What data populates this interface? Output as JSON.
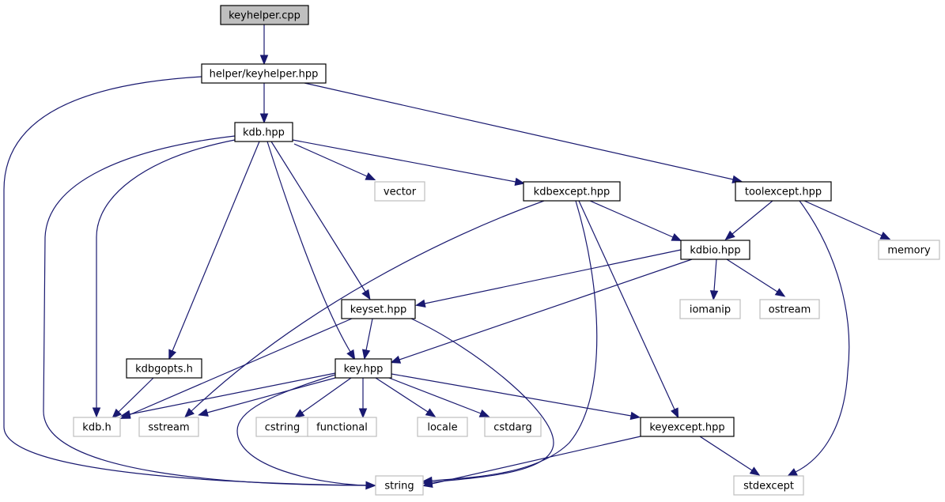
{
  "title": "Include dependency graph for keyhelper.cpp",
  "colors": {
    "edge": "#191970",
    "root_fill": "#bfbfbf",
    "documented_border": "#000000",
    "external_border": "#bfbfbf",
    "node_fill": "#ffffff"
  },
  "nodes": [
    {
      "id": "keyhelper_cpp",
      "label": "keyhelper.cpp",
      "kind": "root"
    },
    {
      "id": "helper_keyhelper_hpp",
      "label": "helper/keyhelper.hpp",
      "kind": "documented"
    },
    {
      "id": "kdb_hpp",
      "label": "kdb.hpp",
      "kind": "documented"
    },
    {
      "id": "vector",
      "label": "vector",
      "kind": "external"
    },
    {
      "id": "kdbexcept_hpp",
      "label": "kdbexcept.hpp",
      "kind": "documented"
    },
    {
      "id": "toolexcept_hpp",
      "label": "toolexcept.hpp",
      "kind": "documented"
    },
    {
      "id": "kdbio_hpp",
      "label": "kdbio.hpp",
      "kind": "documented"
    },
    {
      "id": "memory",
      "label": "memory",
      "kind": "external"
    },
    {
      "id": "keyset_hpp",
      "label": "keyset.hpp",
      "kind": "documented"
    },
    {
      "id": "iomanip",
      "label": "iomanip",
      "kind": "external"
    },
    {
      "id": "ostream",
      "label": "ostream",
      "kind": "external"
    },
    {
      "id": "kdbgopts_h",
      "label": "kdbgopts.h",
      "kind": "documented"
    },
    {
      "id": "key_hpp",
      "label": "key.hpp",
      "kind": "documented"
    },
    {
      "id": "kdb_h",
      "label": "kdb.h",
      "kind": "external"
    },
    {
      "id": "sstream",
      "label": "sstream",
      "kind": "external"
    },
    {
      "id": "cstring",
      "label": "cstring",
      "kind": "external"
    },
    {
      "id": "functional",
      "label": "functional",
      "kind": "external"
    },
    {
      "id": "locale",
      "label": "locale",
      "kind": "external"
    },
    {
      "id": "cstdarg",
      "label": "cstdarg",
      "kind": "external"
    },
    {
      "id": "keyexcept_hpp",
      "label": "keyexcept.hpp",
      "kind": "documented"
    },
    {
      "id": "string",
      "label": "string",
      "kind": "external"
    },
    {
      "id": "stdexcept",
      "label": "stdexcept",
      "kind": "external"
    }
  ],
  "edges": [
    {
      "from": "keyhelper_cpp",
      "to": "helper_keyhelper_hpp"
    },
    {
      "from": "helper_keyhelper_hpp",
      "to": "kdb_hpp"
    },
    {
      "from": "helper_keyhelper_hpp",
      "to": "string"
    },
    {
      "from": "helper_keyhelper_hpp",
      "to": "toolexcept_hpp"
    },
    {
      "from": "kdb_hpp",
      "to": "vector"
    },
    {
      "from": "kdb_hpp",
      "to": "kdbexcept_hpp"
    },
    {
      "from": "kdb_hpp",
      "to": "string"
    },
    {
      "from": "kdb_hpp",
      "to": "kdb_h"
    },
    {
      "from": "kdb_hpp",
      "to": "kdbgopts_h"
    },
    {
      "from": "kdb_hpp",
      "to": "key_hpp"
    },
    {
      "from": "kdb_hpp",
      "to": "keyset_hpp"
    },
    {
      "from": "kdbexcept_hpp",
      "to": "kdbio_hpp"
    },
    {
      "from": "kdbexcept_hpp",
      "to": "sstream"
    },
    {
      "from": "kdbexcept_hpp",
      "to": "string"
    },
    {
      "from": "kdbexcept_hpp",
      "to": "keyexcept_hpp"
    },
    {
      "from": "toolexcept_hpp",
      "to": "kdbio_hpp"
    },
    {
      "from": "toolexcept_hpp",
      "to": "memory"
    },
    {
      "from": "toolexcept_hpp",
      "to": "stdexcept"
    },
    {
      "from": "kdbio_hpp",
      "to": "keyset_hpp"
    },
    {
      "from": "kdbio_hpp",
      "to": "key_hpp"
    },
    {
      "from": "kdbio_hpp",
      "to": "iomanip"
    },
    {
      "from": "kdbio_hpp",
      "to": "ostream"
    },
    {
      "from": "keyset_hpp",
      "to": "key_hpp"
    },
    {
      "from": "keyset_hpp",
      "to": "kdb_h"
    },
    {
      "from": "keyset_hpp",
      "to": "string"
    },
    {
      "from": "kdbgopts_h",
      "to": "kdb_h"
    },
    {
      "from": "key_hpp",
      "to": "kdb_h"
    },
    {
      "from": "key_hpp",
      "to": "sstream"
    },
    {
      "from": "key_hpp",
      "to": "string"
    },
    {
      "from": "key_hpp",
      "to": "cstring"
    },
    {
      "from": "key_hpp",
      "to": "functional"
    },
    {
      "from": "key_hpp",
      "to": "locale"
    },
    {
      "from": "key_hpp",
      "to": "cstdarg"
    },
    {
      "from": "key_hpp",
      "to": "keyexcept_hpp"
    },
    {
      "from": "keyexcept_hpp",
      "to": "string"
    },
    {
      "from": "keyexcept_hpp",
      "to": "stdexcept"
    }
  ]
}
